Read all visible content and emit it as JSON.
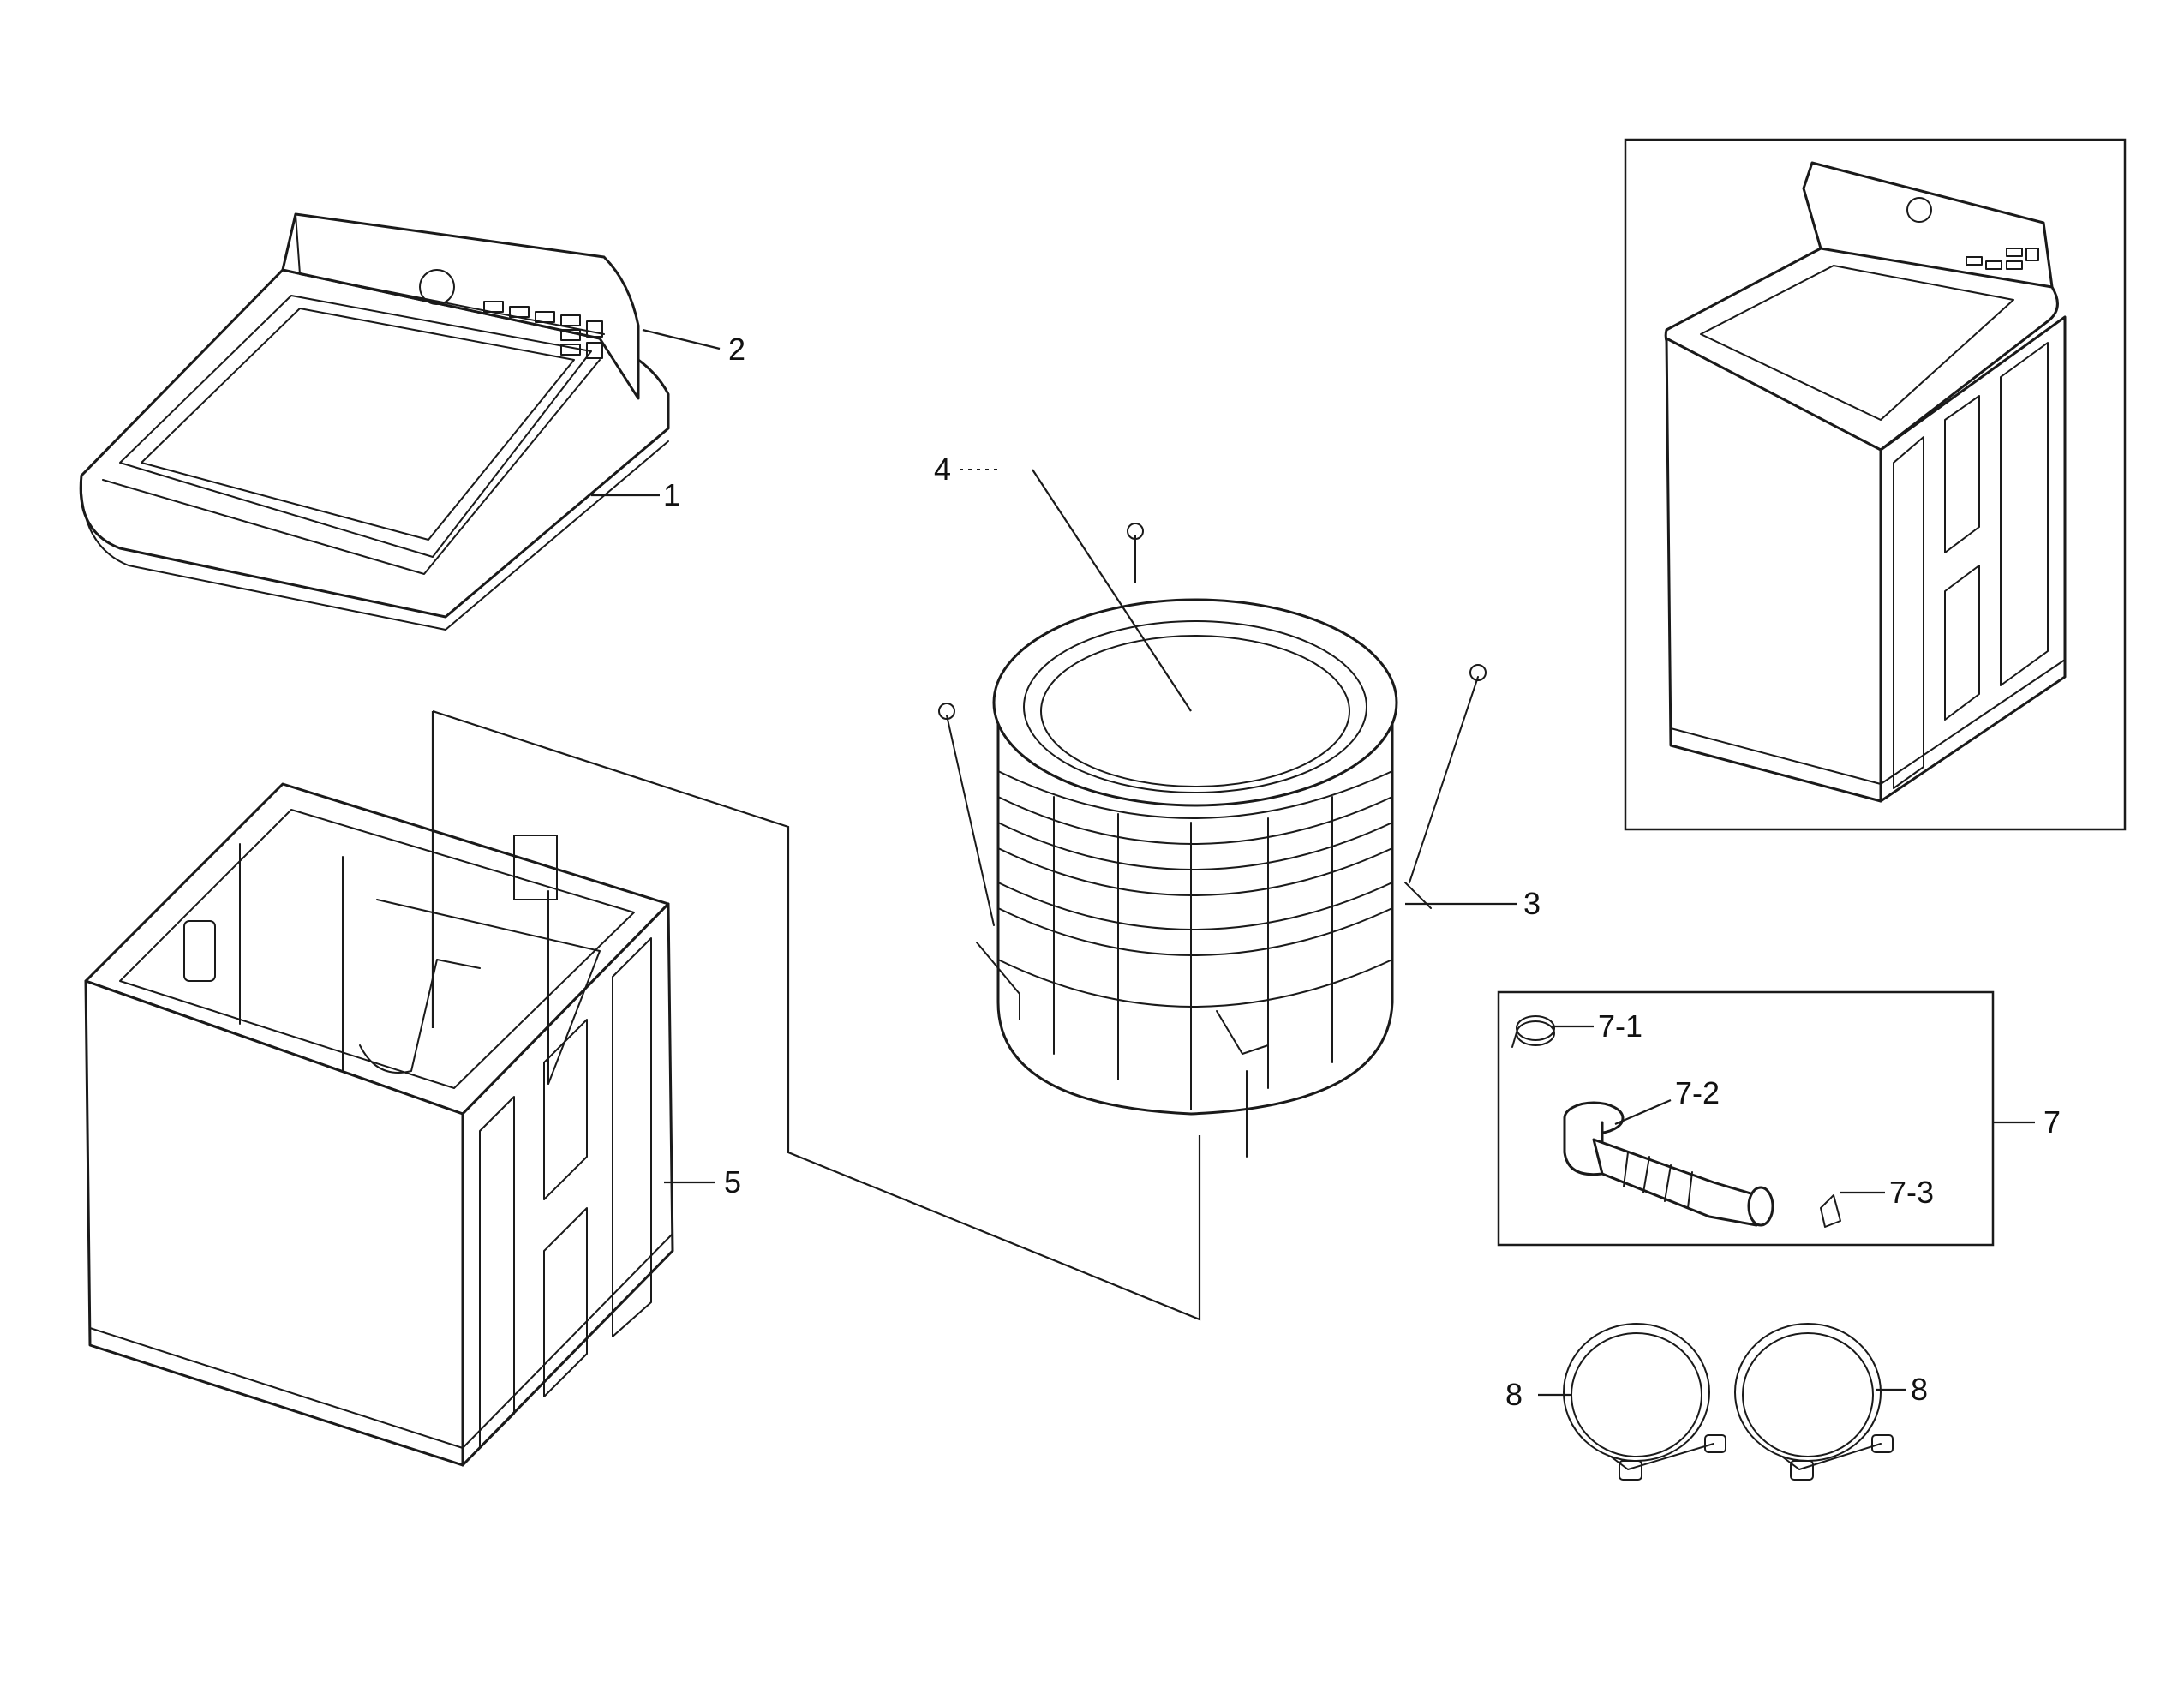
{
  "callouts": {
    "c1": "1",
    "c2": "2",
    "c3": "3",
    "c4": "4",
    "c5": "5",
    "c7": "7",
    "c7_1": "7-1",
    "c7_2": "7-2",
    "c7_3": "7-3",
    "c8_left": "8",
    "c8_right": "8"
  },
  "colors": {
    "line": "#1a1a1a",
    "background": "#ffffff"
  },
  "icons": {
    "top_cover": "washer-top-cover-icon",
    "control_panel": "control-panel-icon",
    "tub": "washer-tub-assembly-icon",
    "cabinet": "washer-cabinet-icon",
    "washer_assembled": "washer-assembled-icon",
    "hose_clamp": "hose-clamp-icon",
    "drain_hose": "drain-hose-icon",
    "inlet_hose": "inlet-hose-icon"
  }
}
